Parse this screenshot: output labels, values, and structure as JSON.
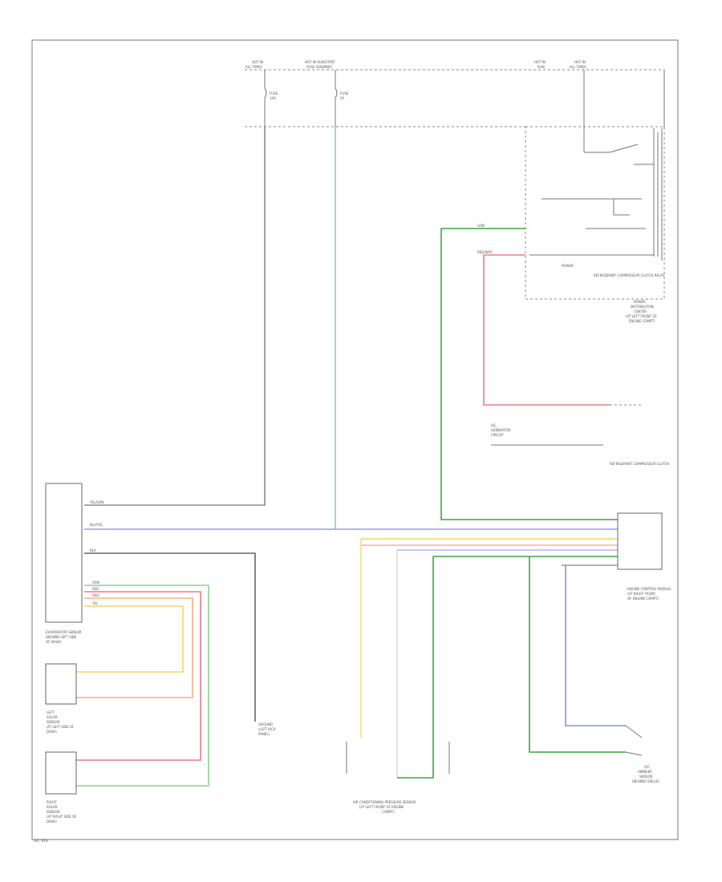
{
  "labels": {
    "top_hot1": "HOT IN",
    "top_hot1_b": "ALL TIMES",
    "top_hot2": "HOT IN RUN/START",
    "top_hot2_b": "FUSE ASSEMBLY",
    "top_hot3": "HOT IN",
    "top_hot3_b": "RUN",
    "top_hot4": "HOT IN",
    "top_hot4_b": "ALL TIMES",
    "fuse1": "FUSE",
    "fuse1_b": "10A",
    "fuse2": "FUSE",
    "fuse2_b": "5A",
    "relay_title": "POWER",
    "relay_b": "DISTRIBUTION",
    "relay_c": "CENTER",
    "relay_d": "(AT LEFT FRONT OF",
    "relay_e": "ENGINE COMPT)",
    "compressor_relay": "REFRIGERANT COMPRESSOR CLUTCH RELAY",
    "clutch_title": "REFRIGERANT COMPRESSOR CLUTCH",
    "ac_gen": "A/C",
    "ac_gen_b": "GENERATOR",
    "ac_gen_c": "CIRCUIT",
    "evap_module": "EVAPORATOR SENSOR",
    "evap_b": "(BEHIND LEFT SIDE",
    "evap_c": "OF DASH)",
    "left_sensor": "LEFT",
    "left_sensor_b": "SOLAR",
    "left_sensor_c": "SENSOR",
    "left_sensor_d": "(AT LEFT SIDE OF",
    "left_sensor_e": "DASH)",
    "right_sensor": "RIGHT",
    "right_sensor_b": "SOLAR",
    "right_sensor_c": "SENSOR",
    "right_sensor_d": "(AT RIGHT SIDE OF",
    "right_sensor_e": "DASH)",
    "ground_label": "GROUND",
    "ground_b": "(LEFT KICK",
    "ground_c": "PANEL)",
    "bottom_sensor": "AIR CONDITIONING PRESSURE SENSOR",
    "bottom_sensor_b": "(AT LEFT FRONT OF ENGINE",
    "bottom_sensor_c": "COMPT)",
    "right_module": "ENGINE CONTROL MODULE",
    "right_module_b": "(AT RIGHT FRONT",
    "right_module_c": "OF ENGINE COMPT)",
    "ambient": "A/C",
    "ambient_b": "AMBIENT",
    "ambient_c": "SENSOR",
    "ambient_d": "(BEHIND GRILLE)",
    "wire_ylw_grn": "YEL/GRN",
    "wire_red_wht": "RED/WHT",
    "wire_grn": "GRN",
    "wire_red": "RED",
    "wire_org": "ORG",
    "wire_yel": "YEL",
    "wire_blu": "BLU/YEL",
    "wire_blk": "BLK",
    "corner_id": "A/C SYS"
  }
}
